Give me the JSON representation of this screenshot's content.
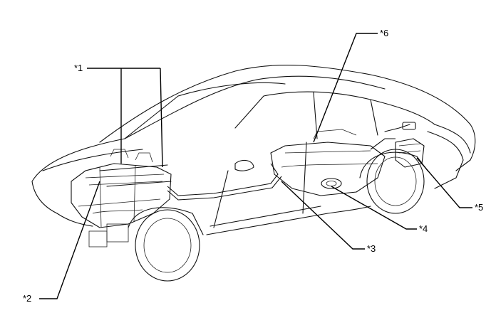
{
  "callouts": {
    "c1": "*1",
    "c2": "*2",
    "c3": "*3",
    "c4": "*4",
    "c5": "*5",
    "c6": "*6"
  }
}
